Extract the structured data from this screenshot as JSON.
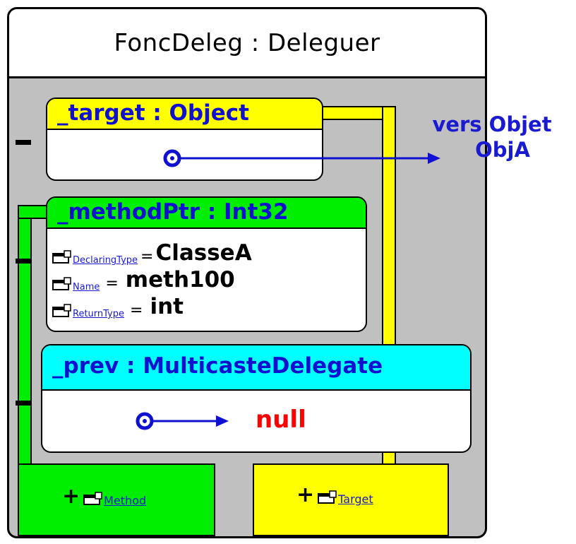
{
  "title": "FoncDeleg : Deleguer",
  "target_box": {
    "header": "_target : Object"
  },
  "method_box": {
    "header": "_methodPtr : Int32",
    "properties": [
      {
        "name": "DeclaringType",
        "sep": "=",
        "value": "ClasseA"
      },
      {
        "name": "Name",
        "sep": "=",
        "value": "meth100"
      },
      {
        "name": "ReturnType",
        "sep": "=",
        "value": "int"
      }
    ]
  },
  "prev_box": {
    "header": "_prev : MulticasteDelegate",
    "value": "null"
  },
  "side_label": {
    "line1": "vers Objet",
    "line2": "ObjA"
  },
  "bottom": {
    "method": {
      "plus": "+",
      "link": "Method"
    },
    "target": {
      "plus": "+",
      "link": "Target"
    }
  },
  "colors": {
    "target_header": "#ffff00",
    "method_header": "#00ee00",
    "prev_header": "#00ffff",
    "gray": "#c0c0c0",
    "arrow": "#1010d0",
    "null_text": "#ff0000"
  },
  "icons": [
    "property-icon",
    "pointer-circle-icon",
    "arrow-icon",
    "minus-icon"
  ]
}
